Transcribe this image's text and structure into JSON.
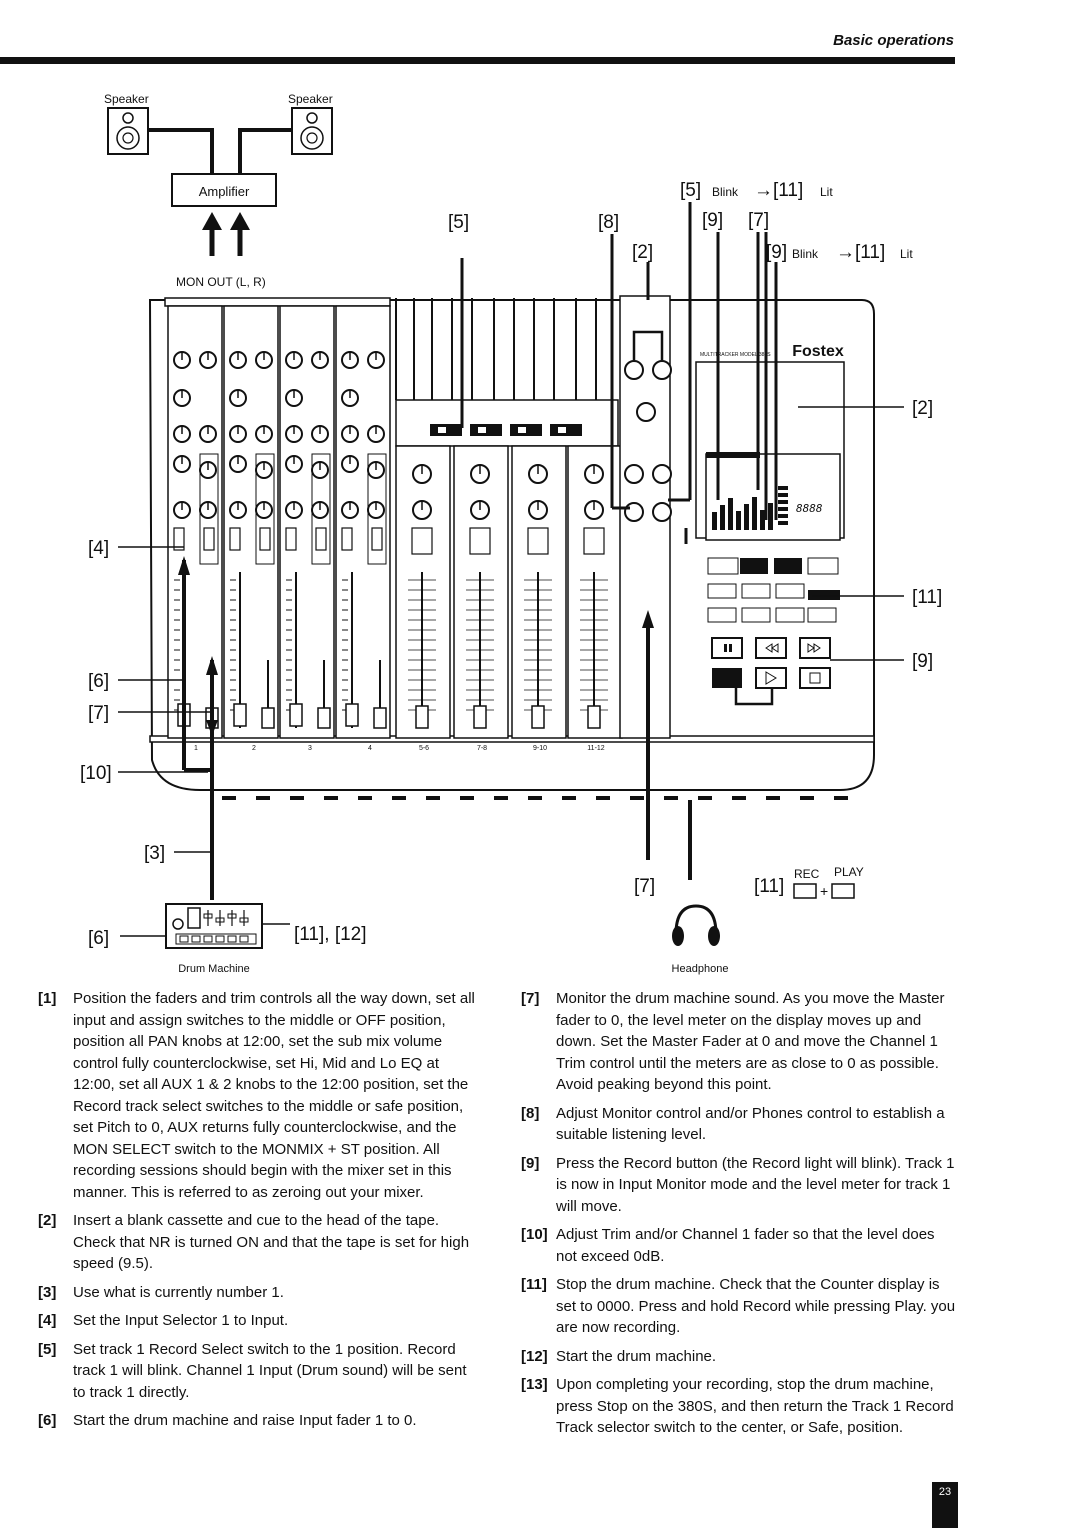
{
  "header": {
    "section_title": "Basic operations"
  },
  "diagram": {
    "speaker_left": "Speaker",
    "speaker_right": "Speaker",
    "amplifier": "Amplifier",
    "mon_out": "MON OUT (L, R)",
    "brand": "Fostex",
    "model": "MULTITRACKER MODEL 380S",
    "drum_machine": "Drum Machine",
    "headphone": "Headphone",
    "callouts": {
      "c5": "[5]",
      "c8": "[8]",
      "c2": "[2]",
      "c9": "[9]",
      "c7": "[7]",
      "c5_blink": "[5]",
      "blink1": "Blink",
      "arrow1": "→[11]",
      "lit1": "Lit",
      "c9_blink": "[9]",
      "blink2": "Blink",
      "arrow2": "→[11]",
      "lit2": "Lit",
      "c2_right": "[2]",
      "c11_right": "[11]",
      "c9_right": "[9]",
      "c4": "[4]",
      "c6": "[6]",
      "c7_left": "[7]",
      "c10": "[10]",
      "c3": "[3]",
      "c6_drum": "[6]",
      "c11_12": "[11], [12]",
      "c7_bottom": "[7]",
      "c11_bottom": "[11]",
      "rec": "REC",
      "play": "PLAY",
      "plus": "+"
    },
    "counter": "8888",
    "fader_labels": [
      "1",
      "2",
      "3",
      "4",
      "5-6",
      "7-8",
      "9-10",
      "11-12"
    ]
  },
  "steps_left": [
    {
      "num": "[1]",
      "text": "Position the faders and trim controls all the way down, set all input and assign switches to the middle or OFF position, position all PAN knobs at 12:00, set the sub mix volume control fully counterclockwise, set Hi, Mid and Lo EQ at 12:00, set all AUX 1 & 2 knobs to the 12:00 position, set the Record track select switches to the middle or safe position, set Pitch to 0, AUX returns fully counterclockwise, and the MON SELECT switch to the MONMIX + ST position. All recording sessions should begin with the mixer set in this manner. This is referred to as zeroing out your mixer."
    },
    {
      "num": "[2]",
      "text": "Insert a blank cassette and cue to the head of the tape. Check that NR is turned ON and that the tape is set for high speed (9.5)."
    },
    {
      "num": "[3]",
      "text": "Use what is currently number 1."
    },
    {
      "num": "[4]",
      "text": "Set the Input Selector 1 to Input."
    },
    {
      "num": "[5]",
      "text": "Set track 1 Record Select switch to the 1 position. Record track 1 will blink. Channel 1 Input (Drum sound) will be sent to track 1 directly."
    },
    {
      "num": "[6]",
      "text": "Start the drum machine and raise Input fader 1 to 0."
    }
  ],
  "steps_right": [
    {
      "num": "[7]",
      "text": "Monitor the drum machine sound. As you move the Master fader to 0, the level meter on the display moves up and down. Set the Master Fader at 0 and move the Channel 1 Trim control until the meters are as close to 0 as possible. Avoid peaking beyond this point."
    },
    {
      "num": "[8]",
      "text": "Adjust Monitor control and/or Phones control to establish a suitable listening level."
    },
    {
      "num": "[9]",
      "text": "Press the Record button (the Record light will blink). Track 1 is now in Input Monitor mode and the level meter for track 1 will move."
    },
    {
      "num": "[10]",
      "text": "Adjust Trim and/or Channel 1 fader so that the level does not exceed 0dB."
    },
    {
      "num": "[11]",
      "text": "Stop the drum machine. Check that the Counter display is set to 0000. Press and hold Record while pressing Play. you are now recording."
    },
    {
      "num": "[12]",
      "text": "Start the drum machine."
    },
    {
      "num": "[13]",
      "text": "Upon completing your recording, stop the drum machine, press Stop on the 380S, and then return the Track 1 Record Track selector switch to the center, or Safe, position."
    }
  ],
  "page_number": "23"
}
